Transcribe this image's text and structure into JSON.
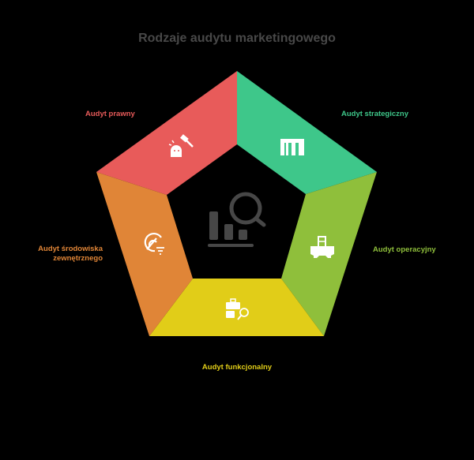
{
  "title": "Rodzaje audytu marketingowego",
  "segments": [
    {
      "label": "Audyt prawny",
      "color": "#e85b5a",
      "icon": "gavel-icon"
    },
    {
      "label": "Audyt strategiczny",
      "color": "#3ec78a",
      "icon": "strategy-icon"
    },
    {
      "label": "Audyt operacyjny",
      "color": "#8fbf3b",
      "icon": "gear-ladder-icon"
    },
    {
      "label": "Audyt funkcjonalny",
      "color": "#e1cd18",
      "icon": "briefcase-search-icon"
    },
    {
      "label": "Audyt środowiska zewnętrznego",
      "color": "#e08537",
      "icon": "radar-filter-icon"
    }
  ],
  "center_icon": "chart-search-icon"
}
